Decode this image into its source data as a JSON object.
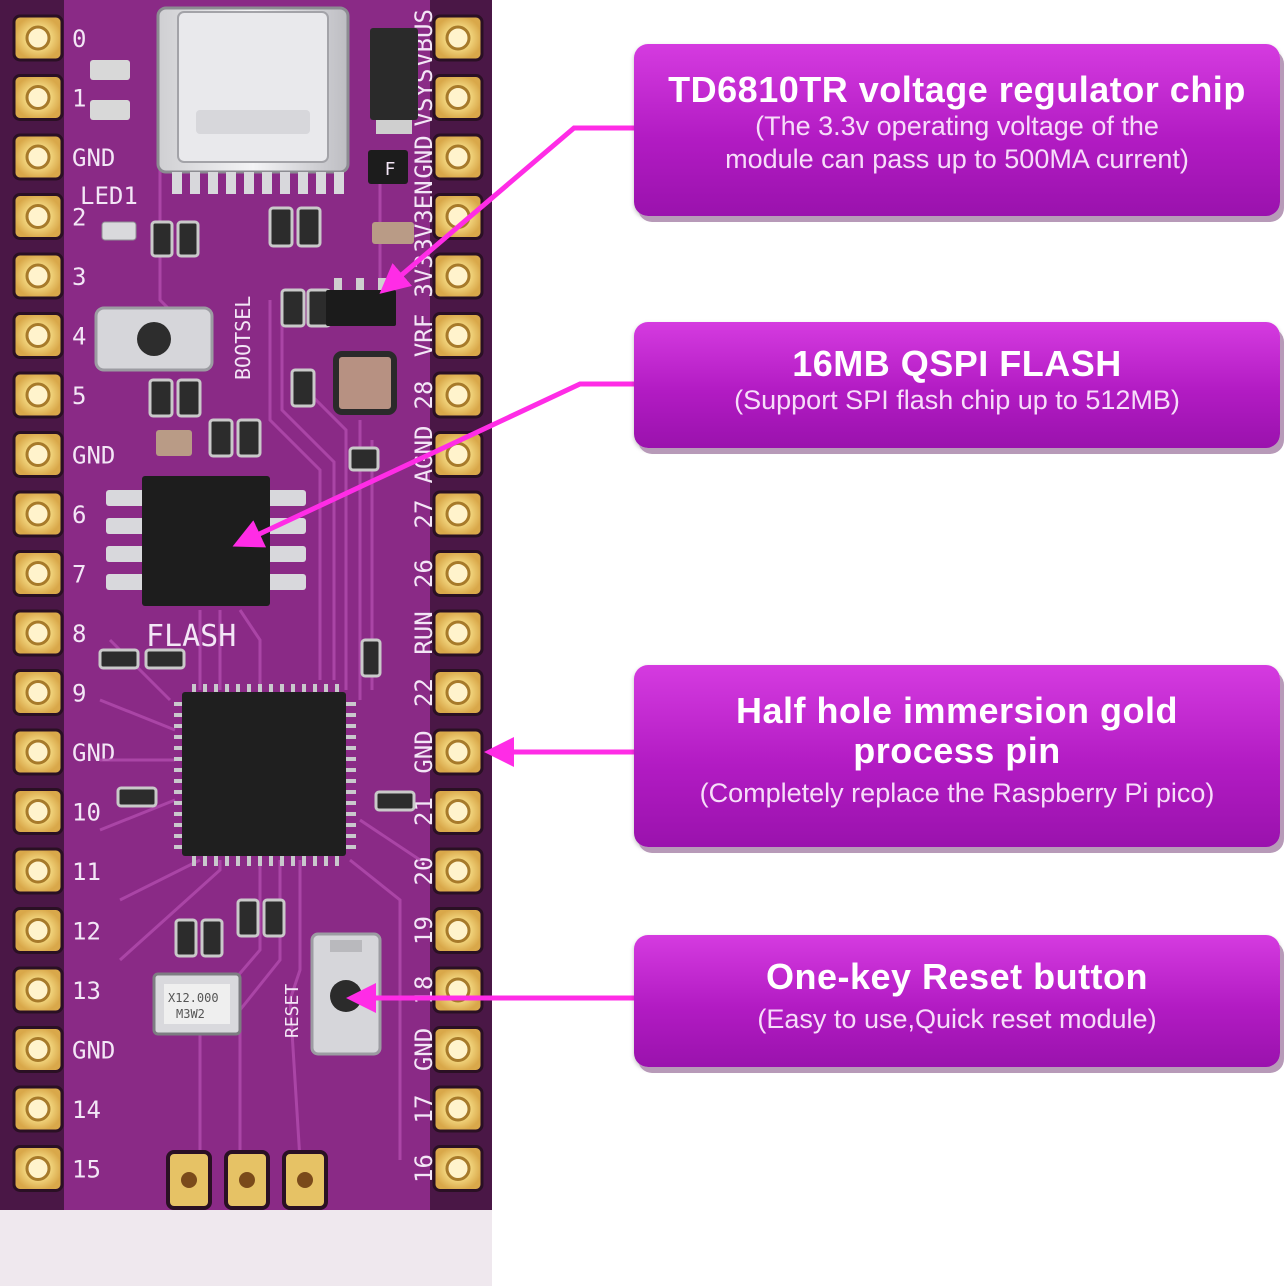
{
  "board": {
    "left_pins": [
      "0",
      "1",
      "GND",
      "2",
      "3",
      "4",
      "5",
      "GND",
      "6",
      "7",
      "8",
      "9",
      "GND",
      "10",
      "11",
      "12",
      "13",
      "GND",
      "14",
      "15"
    ],
    "right_pins": [
      "VBUS",
      "VSYS",
      "GND",
      "3V3EN",
      "3V3",
      "VRF",
      "28",
      "AGND",
      "27",
      "26",
      "RUN",
      "22",
      "GND",
      "21",
      "20",
      "19",
      "18",
      "GND",
      "17",
      "16"
    ],
    "silk_labels": {
      "led": "LED1",
      "bootsel": "BOOTSEL",
      "flash": "FLASH",
      "reset": "RESET",
      "crystal_1": "X12.000",
      "crystal_2": "M3W2"
    },
    "colors": {
      "pcb": "#8a2a86",
      "pcb_dark": "#3a1236",
      "gold": "#e6c265",
      "arrow": "#ff2ce6"
    }
  },
  "callouts": [
    {
      "title": "TD6810TR voltage regulator chip",
      "sub_lines": [
        "(The 3.3v operating voltage of the",
        "module can pass up to 500MA current)"
      ]
    },
    {
      "title": "16MB QSPI FLASH",
      "sub_lines": [
        "(Support SPI flash chip up to 512MB)"
      ]
    },
    {
      "title_lines": [
        "Half hole immersion gold",
        "process pin"
      ],
      "sub_lines": [
        "(Completely replace the Raspberry Pi pico)"
      ]
    },
    {
      "title": "One-key Reset button",
      "sub_lines": [
        "(Easy to use,Quick reset module)"
      ]
    }
  ]
}
